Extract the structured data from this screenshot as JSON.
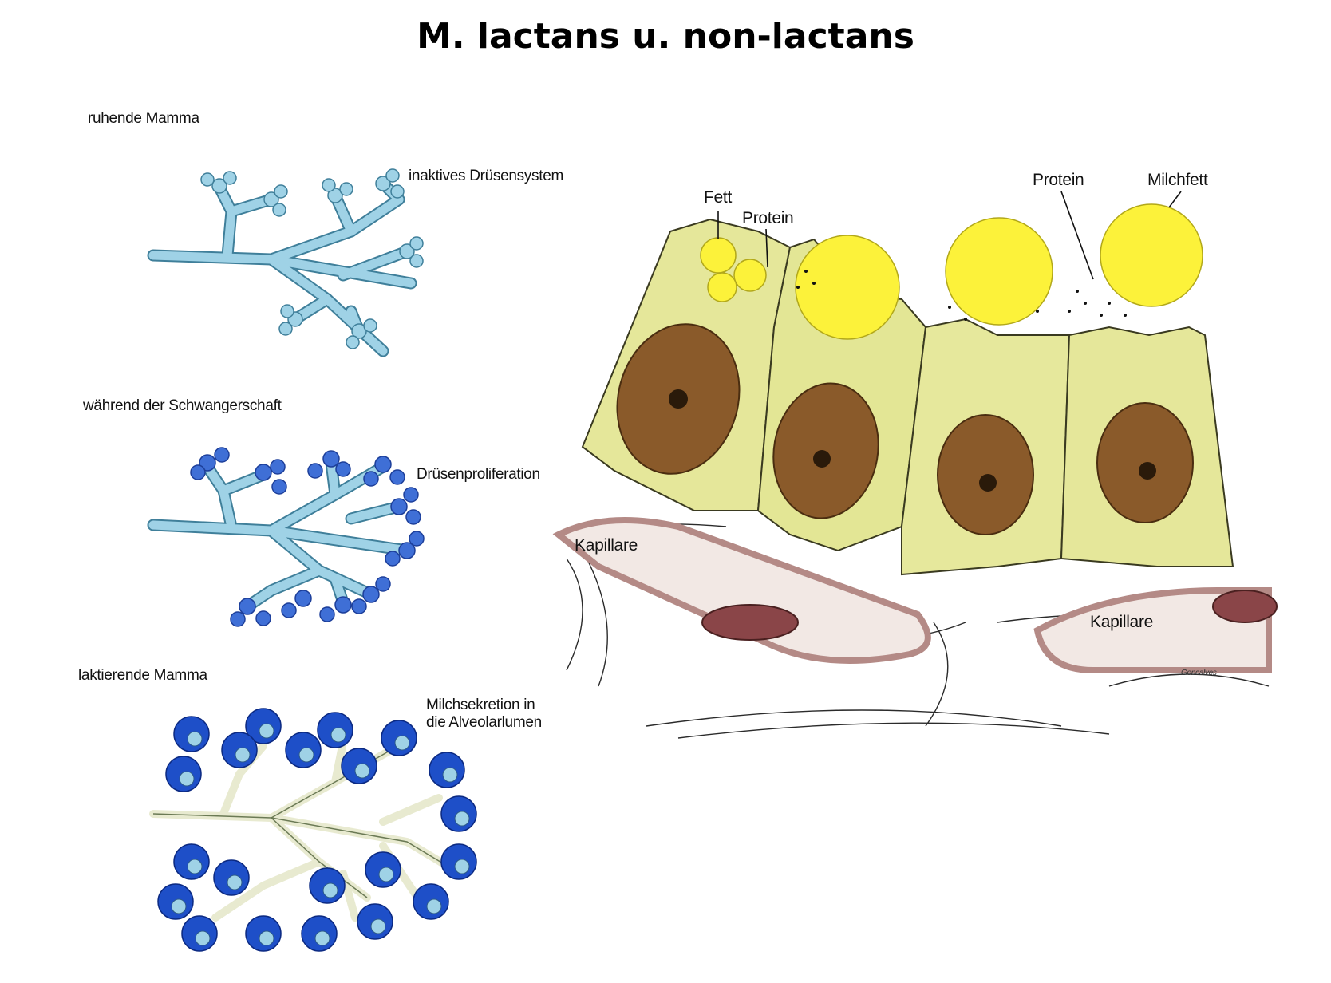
{
  "title": "M. lactans u. non-lactans",
  "left_panel": {
    "stages": [
      {
        "heading": "ruhende Mamma",
        "caption": "inaktives Drüsensystem"
      },
      {
        "heading": "während der Schwangerschaft",
        "caption": "Drüsenproliferation"
      },
      {
        "heading": "laktierende Mamma",
        "caption_line1": "Milchsekretion in",
        "caption_line2": "die Alveolarlumen"
      }
    ]
  },
  "right_panel": {
    "labels": {
      "fett": "Fett",
      "protein_left": "Protein",
      "protein_right": "Protein",
      "milchfett": "Milchfett",
      "kapillare_left": "Kapillare",
      "kapillare_right": "Kapillare",
      "signature": "Goncalves"
    }
  },
  "colors": {
    "duct_light": "#9fd2e6",
    "duct_outline": "#3f7f9a",
    "alveolus_blue": "#3f6fd6",
    "lactating_dark": "#1e4fc8",
    "cytoplasm": "#e5e79a",
    "nucleus": "#8a5a2a",
    "fat_droplet": "#fcf23a",
    "capillary": "#e8c9c6"
  }
}
